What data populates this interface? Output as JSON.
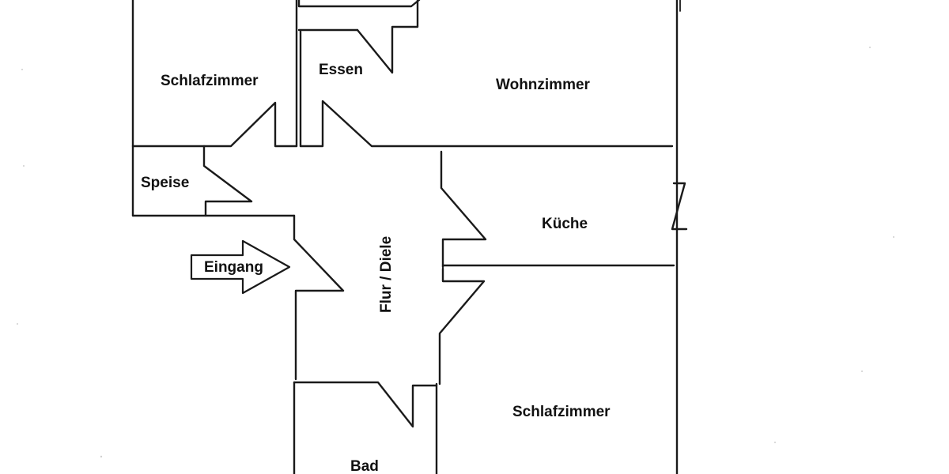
{
  "plan": {
    "rooms": {
      "schlafzimmer_top": "Schlafzimmer",
      "essen": "Essen",
      "wohnzimmer": "Wohnzimmer",
      "speise": "Speise",
      "kueche": "Küche",
      "eingang": "Eingang",
      "flur": "Flur / Diele",
      "schlafzimmer_bottom": "Schlafzimmer",
      "bad": "Bad"
    }
  }
}
